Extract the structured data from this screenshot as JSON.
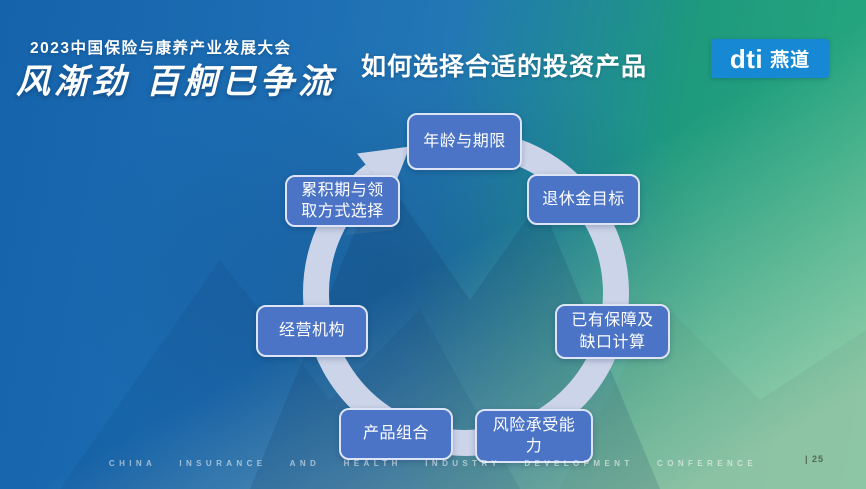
{
  "header": {
    "conference_line": "2023中国保险与康养产业发展大会",
    "calligraphy": "风渐劲 百舸已争流"
  },
  "title": "如何选择合适的投资产品",
  "logo": {
    "latin": "dti",
    "cjk": "燕道",
    "bg_color": "#1789d4"
  },
  "diagram": {
    "type": "cycle",
    "direction": "clockwise",
    "ring_color": "#ccd4e9",
    "box_fill_color": "#4b74c6",
    "box_border_color": "#dde4f6",
    "steps": [
      {
        "id": "age-term",
        "label": "年龄与期限"
      },
      {
        "id": "retirement-goal",
        "label": "退休金目标"
      },
      {
        "id": "existing-coverage-gap",
        "label": "已有保障及缺口计算"
      },
      {
        "id": "risk-tolerance",
        "label": "风险承受能力"
      },
      {
        "id": "product-portfolio",
        "label": "产品组合"
      },
      {
        "id": "operating-institution",
        "label": "经营机构"
      },
      {
        "id": "accumulation-withdrawal",
        "label": "累积期与领取方式选择"
      }
    ]
  },
  "footer": {
    "conference_en": "CHINA INSURANCE AND HEALTH INDUSTRY DEVELOPMENT CONFERENCE",
    "page_number": "| 25"
  }
}
